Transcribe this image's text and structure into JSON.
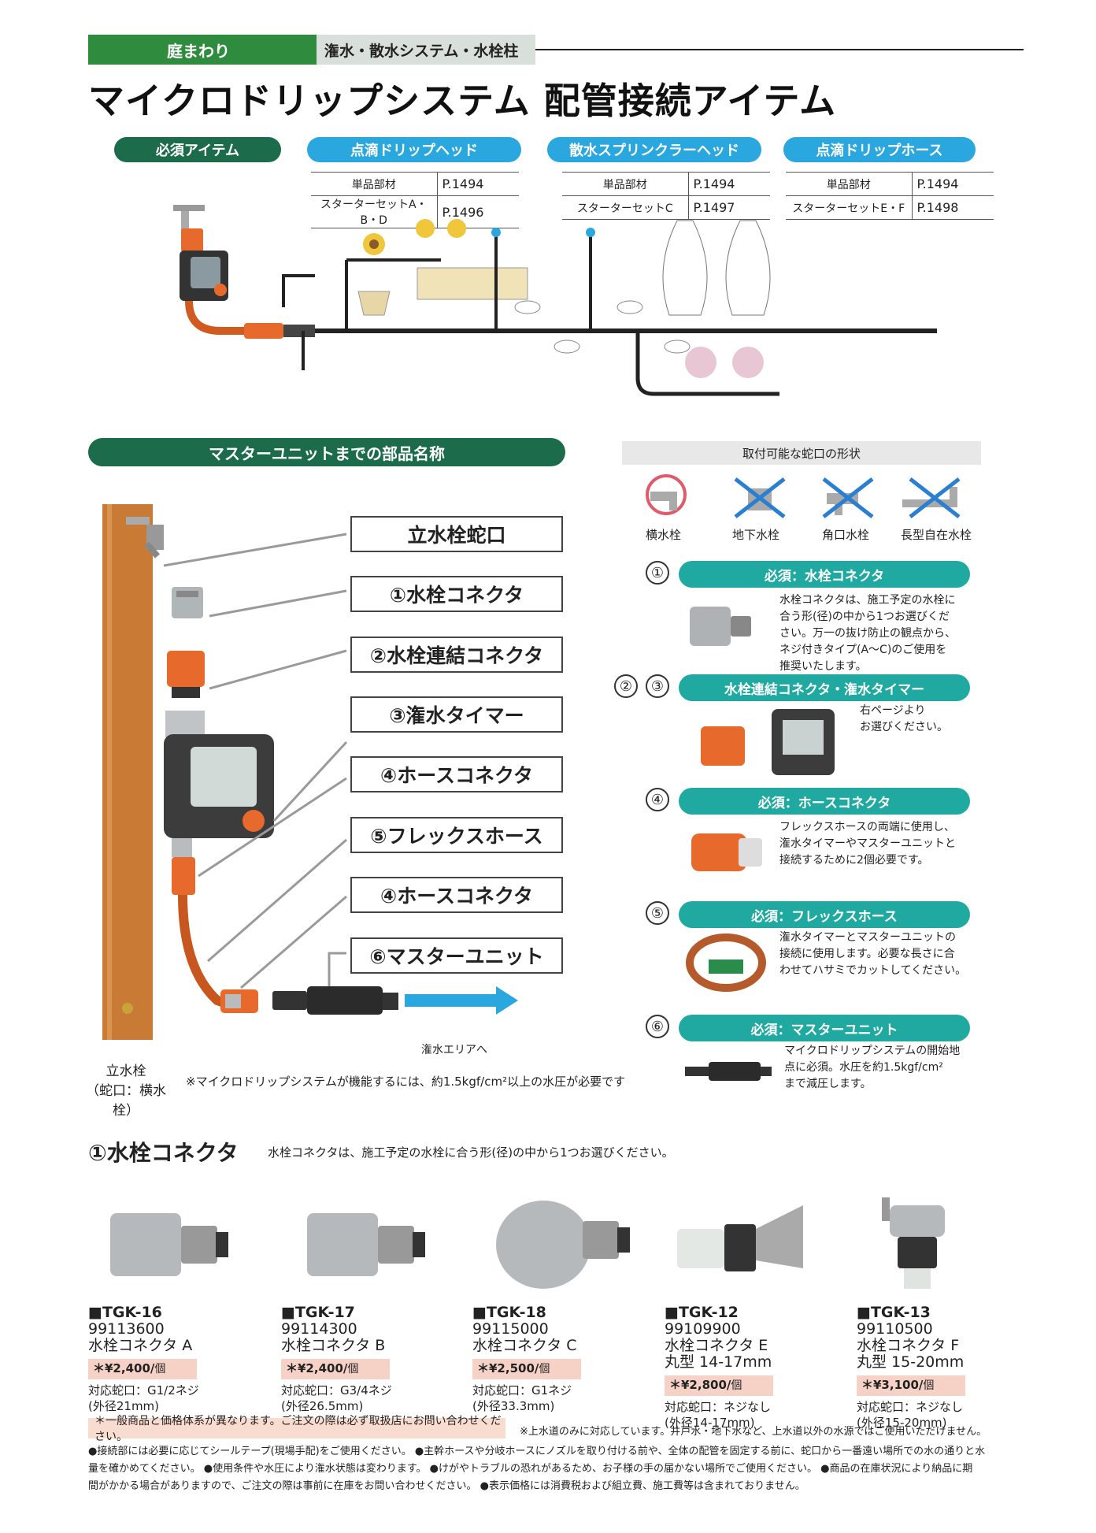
{
  "header": {
    "category": "庭まわり",
    "subcategory": "潅水・散水システム・水栓柱",
    "title": "マイクロドリップシステム 配管接続アイテム"
  },
  "system_sections": [
    {
      "label": "必須アイテム",
      "style": "green"
    },
    {
      "label": "点滴ドリップヘッド",
      "style": "blue",
      "rows": [
        {
          "k": "単品部材",
          "v": "P.1494"
        },
        {
          "k": "スターターセットA・B・D",
          "v": "P.1496"
        }
      ]
    },
    {
      "label": "散水スプリンクラーヘッド",
      "style": "blue",
      "rows": [
        {
          "k": "単品部材",
          "v": "P.1494"
        },
        {
          "k": "スターターセットC",
          "v": "P.1497"
        }
      ]
    },
    {
      "label": "点滴ドリップホース",
      "style": "blue",
      "rows": [
        {
          "k": "単品部材",
          "v": "P.1494"
        },
        {
          "k": "スターターセットE・F",
          "v": "P.1498"
        }
      ]
    }
  ],
  "parts": {
    "heading": "マスターユニットまでの部品名称",
    "labels": [
      "立水栓蛇口",
      "①水栓コネクタ",
      "②水栓連結コネクタ",
      "③潅水タイマー",
      "④ホースコネクタ",
      "⑤フレックスホース",
      "④ホースコネクタ",
      "⑥マスターユニット"
    ],
    "post_caption_1": "立水栓",
    "post_caption_2": "（蛇口：横水栓）",
    "flow_caption": "潅水エリアへ",
    "pressure_note": "※マイクロドリップシステムが機能するには、約1.5kgf/cm²以上の水圧が必要です"
  },
  "faucets": {
    "heading": "取付可能な蛇口の形状",
    "types": [
      {
        "label": "横水栓",
        "mark": "ok"
      },
      {
        "label": "地下水栓",
        "mark": "ng"
      },
      {
        "label": "角口水栓",
        "mark": "ng"
      },
      {
        "label": "長型自在水栓",
        "mark": "ng"
      }
    ]
  },
  "requirements": [
    {
      "nums": [
        "①"
      ],
      "title": "必須：水栓コネクタ",
      "desc": [
        "水栓コネクタは、施工予定の水栓に",
        "合う形(径)の中から1つお選びくだ",
        "さい。万一の抜け防止の観点から、",
        "ネジ付きタイプ(A～C)のご使用を",
        "推奨いたします。"
      ]
    },
    {
      "nums": [
        "②",
        "③"
      ],
      "title": "水栓連結コネクタ・潅水タイマー",
      "desc": [
        "右ページより",
        "お選びください。"
      ]
    },
    {
      "nums": [
        "④"
      ],
      "title": "必須：ホースコネクタ",
      "desc": [
        "フレックスホースの両端に使用し、",
        "潅水タイマーやマスターユニットと",
        "接続するために2個必要です。"
      ]
    },
    {
      "nums": [
        "⑤"
      ],
      "title": "必須：フレックスホース",
      "desc": [
        "潅水タイマーとマスターユニットの",
        "接続に使用します。必要な長さに合",
        "わせてハサミでカットしてください。"
      ]
    },
    {
      "nums": [
        "⑥"
      ],
      "title": "必須：マスターユニット",
      "desc": [
        "マイクロドリップシステムの開始地",
        "点に必須。水圧を約1.5kgf/cm²",
        "まで減圧します。"
      ]
    }
  ],
  "products_section": {
    "heading": "①水栓コネクタ",
    "subtext": "水栓コネクタは、施工予定の水栓に合う形(径)の中から1つお選びください。",
    "items": [
      {
        "code": "■TGK-16",
        "number": "99113600",
        "name": "水栓コネクタ A",
        "name2": "",
        "price": "＊¥2,400/",
        "unit": "個",
        "spec1": "対応蛇口：G1/2ネジ",
        "spec2": "(外径21mm)"
      },
      {
        "code": "■TGK-17",
        "number": "99114300",
        "name": "水栓コネクタ B",
        "name2": "",
        "price": "＊¥2,400/",
        "unit": "個",
        "spec1": "対応蛇口：G3/4ネジ",
        "spec2": "(外径26.5mm)"
      },
      {
        "code": "■TGK-18",
        "number": "99115000",
        "name": "水栓コネクタ C",
        "name2": "",
        "price": "＊¥2,500/",
        "unit": "個",
        "spec1": "対応蛇口：G1ネジ",
        "spec2": "(外径33.3mm)"
      },
      {
        "code": "■TGK-12",
        "number": "99109900",
        "name": "水栓コネクタ E",
        "name2": "丸型 14-17mm",
        "price": "＊¥2,800/",
        "unit": "個",
        "spec1": "対応蛇口：ネジなし",
        "spec2": "(外径14-17mm)"
      },
      {
        "code": "■TGK-13",
        "number": "99110500",
        "name": "水栓コネクタ F",
        "name2": "丸型 15-20mm",
        "price": "＊¥3,100/",
        "unit": "個",
        "spec1": "対応蛇口：ネジなし",
        "spec2": "(外径15-20mm)"
      }
    ]
  },
  "notes": {
    "pink": "＊一般商品と価格体系が異なります。ご注文の際は必ず取扱店にお問い合わせください。",
    "waterworks": "※上水道のみに対応しています。井戸水・地下水など、上水道以外の水源ではご使用いただけません。",
    "footer_1": "●接続部には必要に応じてシールテープ(現場手配)をご使用ください。 ●主幹ホースや分岐ホースにノズルを取り付ける前や、全体の配管を固定する前に、蛇口から一番遠い場所での水の通りと水",
    "footer_2": "量を確かめてください。 ●使用条件や水圧により潅水状態は変わります。 ●けがやトラブルの恐れがあるため、お子様の手の届かない場所でご使用ください。 ●商品の在庫状況により納品に期",
    "footer_3": "間がかかる場合がありますので、ご注文の際は事前に在庫をお問い合わせください。 ●表示価格には消費税および組立費、施工費等は含まれておりません。"
  },
  "colors": {
    "green": "#2f8c3e",
    "dark_green": "#1c6b4a",
    "blue": "#2aa7de",
    "teal": "#1fa9a0",
    "orange": "#e8692c",
    "wood": "#c97a34",
    "price_bg": "#f6d2c6"
  }
}
